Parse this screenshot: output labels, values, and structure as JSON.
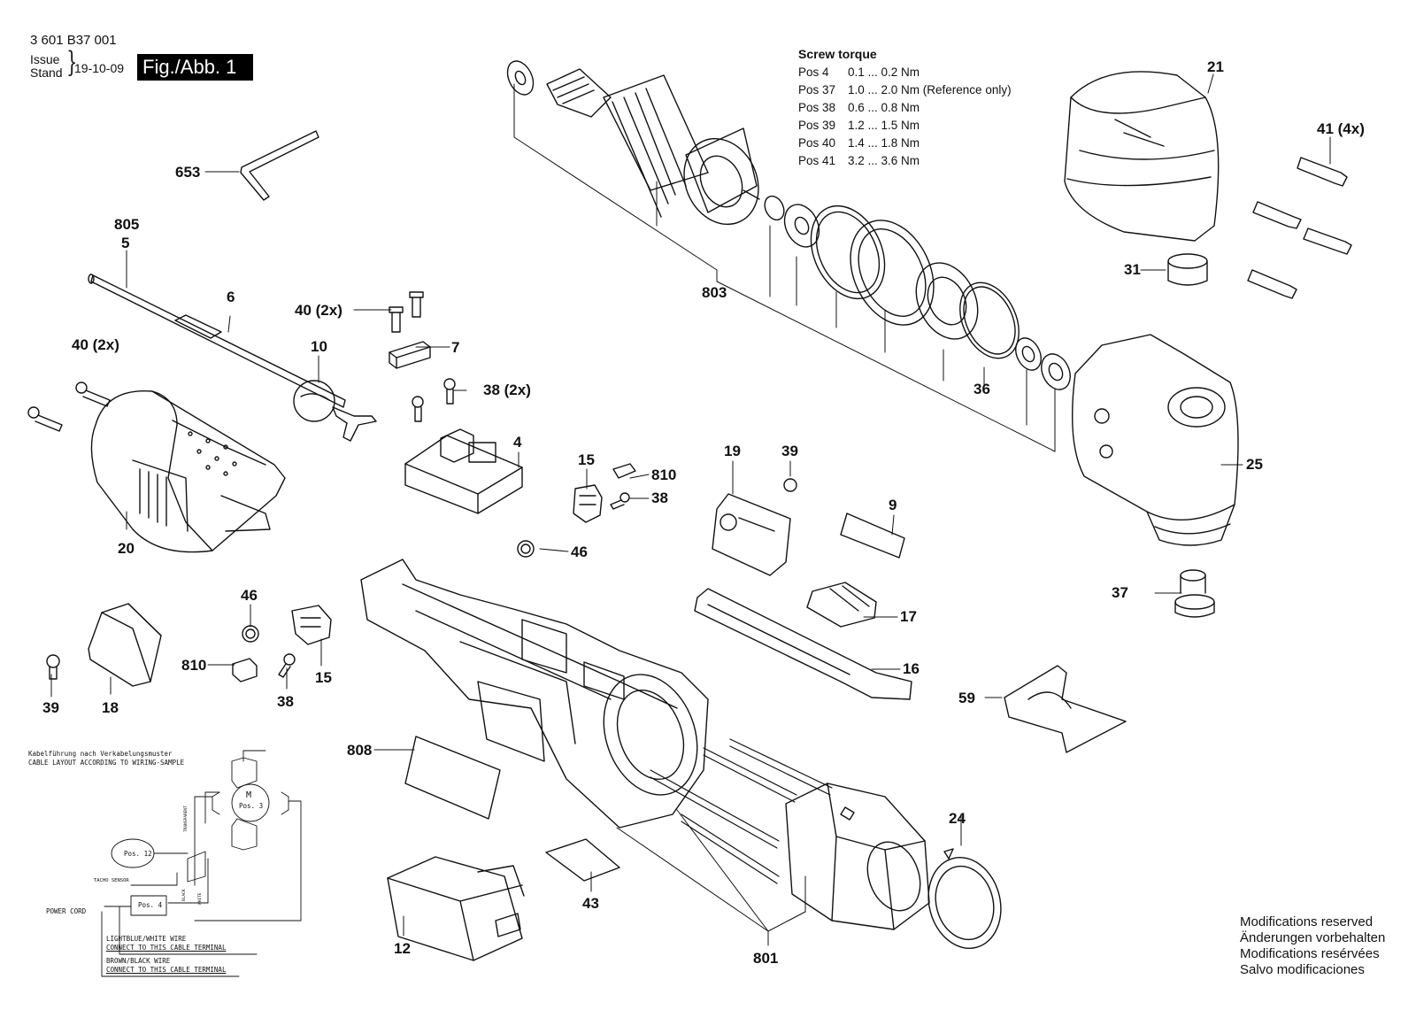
{
  "header": {
    "doc_number": "3 601 B37 001",
    "issue_label_1": "Issue",
    "issue_label_2": "Stand",
    "issue_date": "19-10-09",
    "figure": "Fig./Abb. 1"
  },
  "screw_torque": {
    "title": "Screw torque",
    "rows": [
      {
        "pos": "Pos 4",
        "value": "0.1 ... 0.2 Nm"
      },
      {
        "pos": "Pos 37",
        "value": "1.0 ... 2.0 Nm (Reference only)"
      },
      {
        "pos": "Pos 38",
        "value": "0.6 ... 0.8 Nm"
      },
      {
        "pos": "Pos 39",
        "value": "1.2 ... 1.5 Nm"
      },
      {
        "pos": "Pos 40",
        "value": "1.4 ... 1.8 Nm"
      },
      {
        "pos": "Pos 41",
        "value": "3.2 ... 3.6 Nm"
      }
    ]
  },
  "callouts": {
    "c653": "653",
    "c805": "805",
    "c5": "5",
    "c6": "6",
    "c40a": "40 (2x)",
    "c40b": "40 (2x)",
    "c7": "7",
    "c10": "10",
    "c38a": "38 (2x)",
    "c4": "4",
    "c15a": "15",
    "c810a": "810",
    "c38b": "38",
    "c46a": "46",
    "c19": "19",
    "c39a": "39",
    "c9": "9",
    "c17": "17",
    "c16": "16",
    "c20": "20",
    "c46b": "46",
    "c810b": "810",
    "c38c": "38",
    "c15b": "15",
    "c39b": "39",
    "c18": "18",
    "c808": "808",
    "c43": "43",
    "c12": "12",
    "c801": "801",
    "c24": "24",
    "c59": "59",
    "c37": "37",
    "c25": "25",
    "c36": "36",
    "c803": "803",
    "c31": "31",
    "c21": "21",
    "c41": "41 (4x)"
  },
  "wiring": {
    "heading_de": "Kabelführung nach Verkabelungsmuster",
    "heading_en": "CABLE LAYOUT ACCORDING TO WIRING-SAMPLE",
    "motor_label": "M",
    "motor_pos": "Pos. 3",
    "pos12": "Pos. 12",
    "pos4": "Pos. 4",
    "tacho": "TACHO SENSOR",
    "power_cord": "POWER CORD",
    "wire1_a": "LIGHTBLUE/WHITE WIRE",
    "wire1_b": "CONNECT TO THIS CABLE TERMINAL",
    "wire2_a": "BROWN/BLACK WIRE",
    "wire2_b": "CONNECT TO THIS CABLE TERMINAL",
    "lbl_transparent": "TRANSPARENT",
    "lbl_black": "BLACK",
    "lbl_white": "WHITE"
  },
  "modifications": [
    "Modifications reserved",
    "Änderungen vorbehalten",
    "Modifications resérvées",
    "Salvo modificaciones"
  ]
}
